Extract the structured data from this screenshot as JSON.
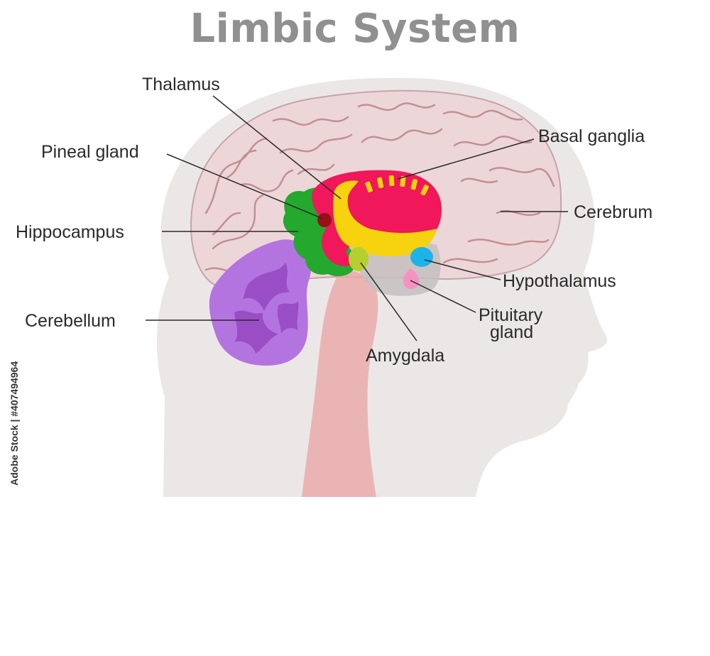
{
  "title": "Limbic System",
  "labels": {
    "thalamus": "Thalamus",
    "pineal_gland": "Pineal gland",
    "hippocampus": "Hippocampus",
    "cerebellum": "Cerebellum",
    "basal_ganglia": "Basal ganglia",
    "cerebrum": "Cerebrum",
    "hypothalamus": "Hypothalamus",
    "pituitary_line1": "Pituitary",
    "pituitary_line2": "gland",
    "amygdala": "Amygdala"
  },
  "stock_id": "Adobe Stock | #407494964",
  "colors": {
    "head": "#ebe7e7",
    "cerebrum": "#edd6d8",
    "gyri": "#c28f96",
    "limbic_pink": "#f0175a",
    "thalamus_yellow": "#f6d20f",
    "hippocampus_green": "#24a82e",
    "amygdala_lime": "#b6cf2e",
    "pineal_red": "#9b0f16",
    "hypothalamus_blue": "#1cb3e8",
    "pituitary_pink": "#f592c2",
    "cerebellum_purple": "#b474e0",
    "brainstem": "#eba8a8"
  }
}
